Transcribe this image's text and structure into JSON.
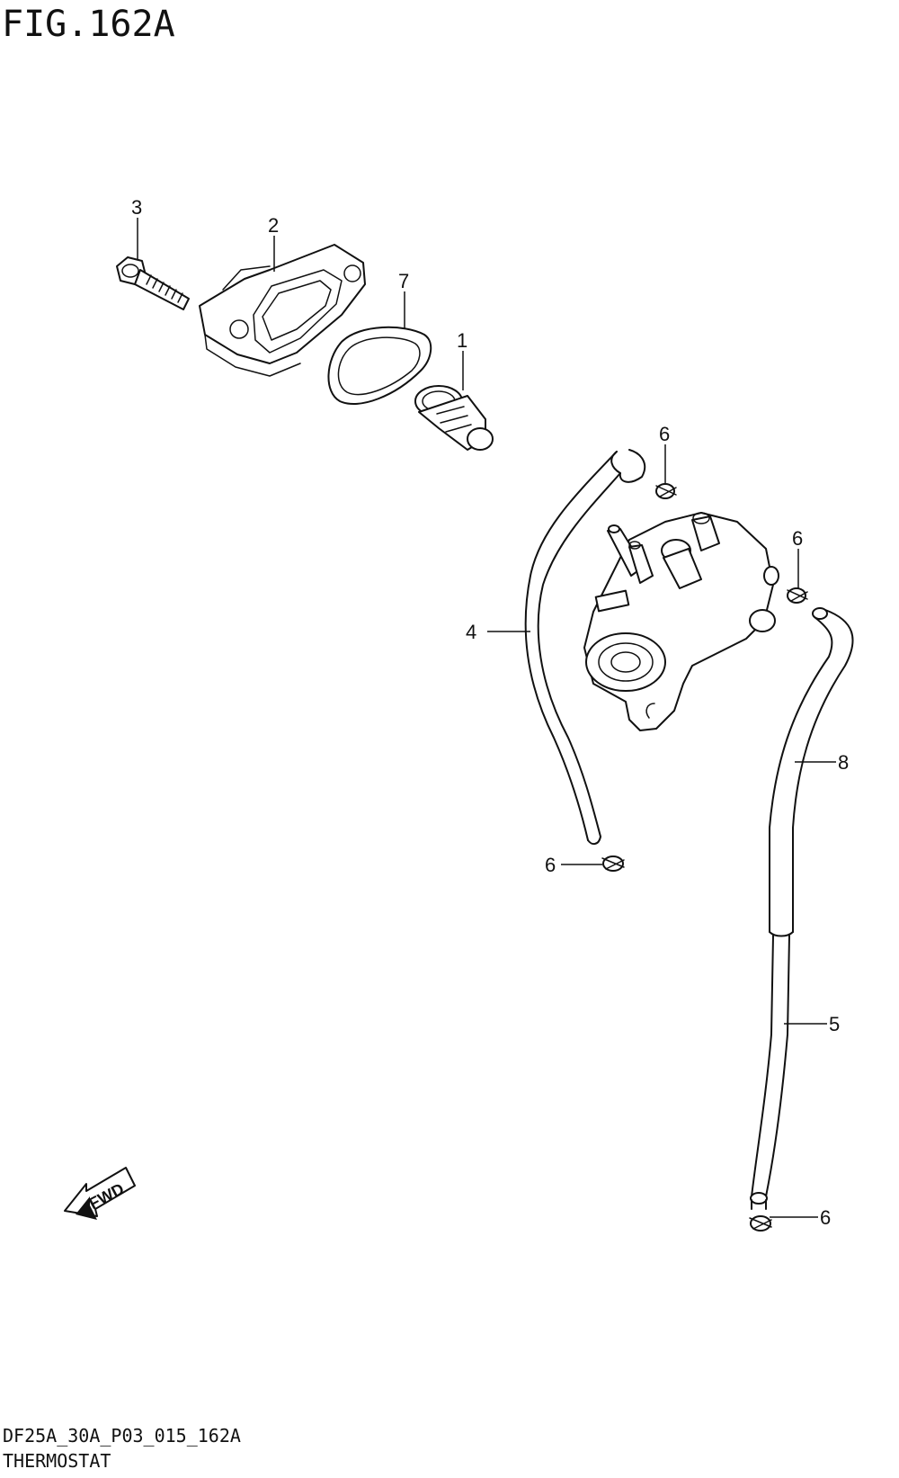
{
  "figure_title": "FIG.162A",
  "footer": {
    "model_code": "DF25A_30A_P03_015_162A",
    "section_name": "THERMOSTAT"
  },
  "fwd_label": "FWD",
  "callouts": {
    "c1": "1",
    "c2": "2",
    "c3": "3",
    "c4": "4",
    "c5": "5",
    "c6a": "6",
    "c6b": "6",
    "c6c": "6",
    "c6d": "6",
    "c7": "7",
    "c8": "8"
  }
}
